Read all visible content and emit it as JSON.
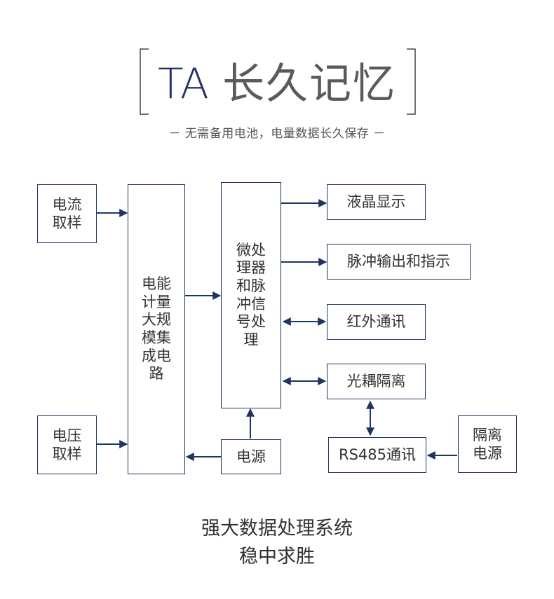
{
  "header": {
    "title_latin": "TA",
    "title_cn": "长久记忆",
    "subtitle": "－  无需备用电池，电量数据长久保存  －"
  },
  "diagram": {
    "current_sampling": "电流取样",
    "voltage_sampling": "电压取样",
    "metering_ic": "电能计量大规模集成电路",
    "microprocessor": "微处理器和脉冲信号处理",
    "power": "电源",
    "lcd": "液晶显示",
    "pulse_output": "脉冲输出和指示",
    "infrared": "红外通讯",
    "optocoupler": "光耦隔离",
    "rs485": "RS485通讯",
    "isolated_power": "隔离电源"
  },
  "footer": {
    "line1": "强大数据处理系统",
    "line2": "稳中求胜"
  },
  "colors": {
    "navy": "#1f3561",
    "text": "#333333"
  }
}
